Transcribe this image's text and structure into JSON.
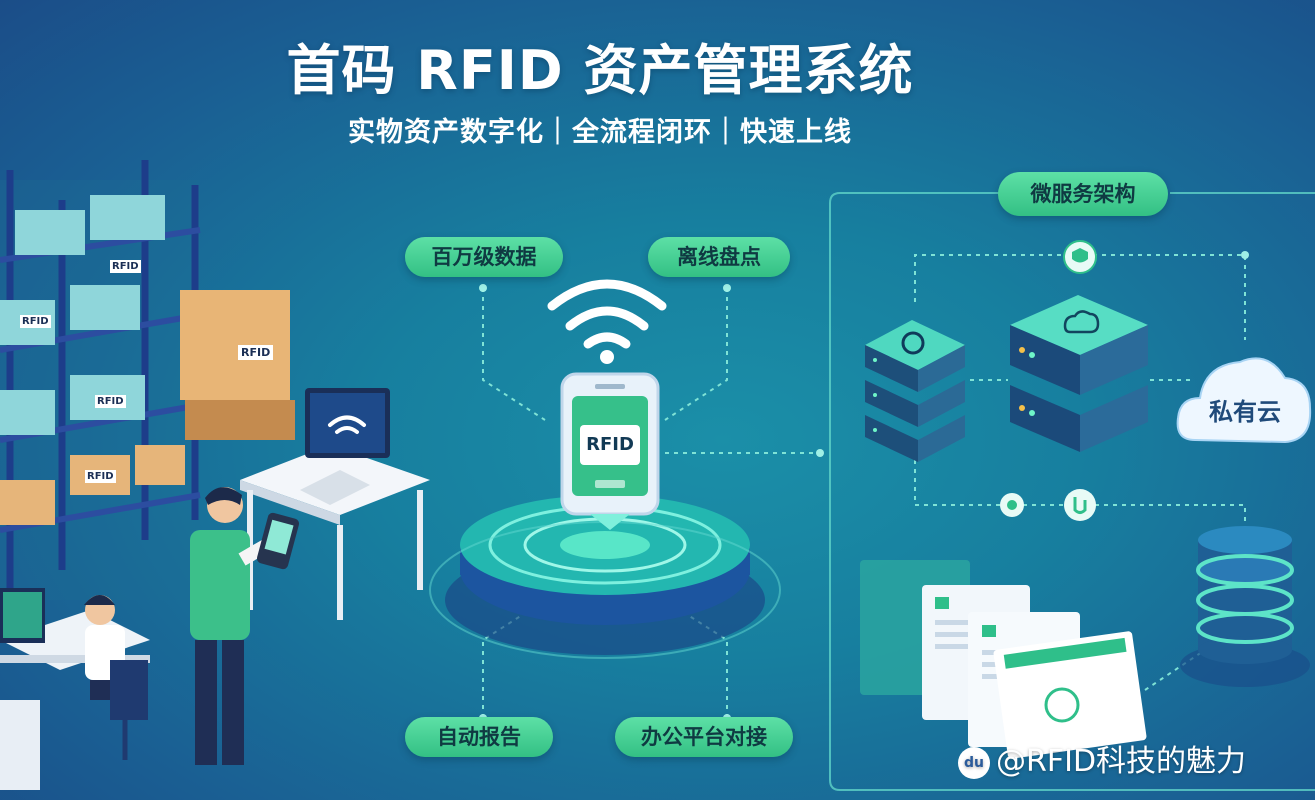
{
  "header": {
    "title": "首码 RFID 资产管理系统",
    "subtitle": "实物资产数字化｜全流程闭环｜快速上线"
  },
  "features": {
    "top_left": "百万级数据",
    "top_right": "离线盘点",
    "bottom_left": "自动报告",
    "bottom_right": "办公平台对接"
  },
  "architecture": {
    "label": "微服务架构",
    "cloud_label": "私有云"
  },
  "device": {
    "screen_label": "RFID"
  },
  "shelf_labels": [
    "RFID",
    "RFID",
    "RFID",
    "RFID",
    "RFID"
  ],
  "watermark": {
    "logo": "du",
    "text": "@RFID科技的魅力"
  },
  "colors": {
    "accent_green": "#33c084",
    "background": "#177f9f",
    "deep_blue": "#1b4d88"
  }
}
